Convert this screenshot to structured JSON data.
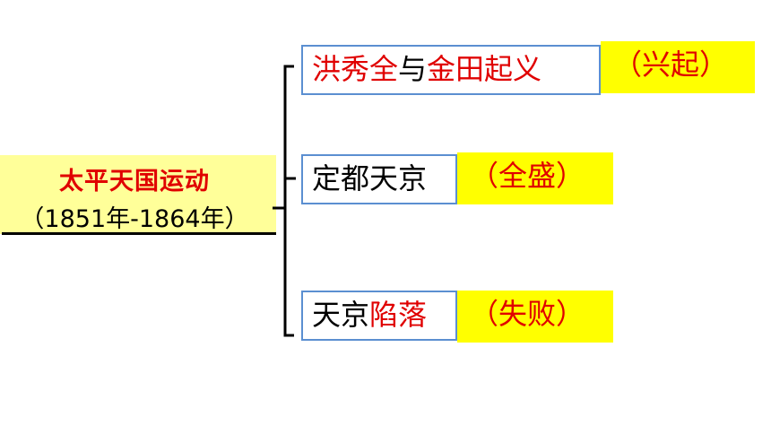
{
  "root": {
    "title": "太平天国运动",
    "years": "（1851年-1864年）"
  },
  "branches": [
    {
      "parts": [
        {
          "text": "洪秀全",
          "color": "red"
        },
        {
          "text": "与",
          "color": "black"
        },
        {
          "text": "金田起义",
          "color": "red"
        }
      ],
      "tag": "（兴起）"
    },
    {
      "parts": [
        {
          "text": "定都天京",
          "color": "black"
        }
      ],
      "tag": "（全盛）"
    },
    {
      "parts": [
        {
          "text": "天京",
          "color": "black"
        },
        {
          "text": "陷落",
          "color": "red"
        }
      ],
      "tag": "（失败）"
    }
  ],
  "colors": {
    "red": "#e00000",
    "box_border": "#5b8fd1",
    "tag_bg": "#ffff00",
    "root_bg": "#ffff99"
  }
}
